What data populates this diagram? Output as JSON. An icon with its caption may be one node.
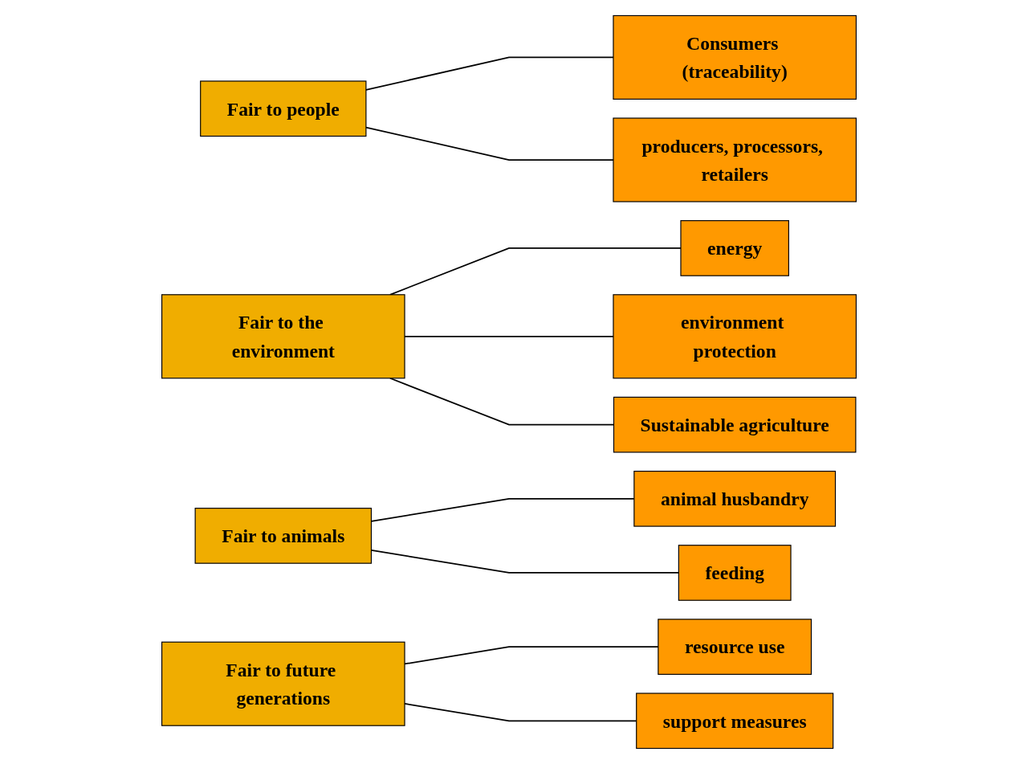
{
  "diagram": {
    "nodes": [
      {
        "text": [
          "Fair to people"
        ]
      },
      {
        "text": [
          "Consumers (traceability)"
        ]
      },
      {
        "text": [
          "producers, processors, retailers"
        ]
      },
      {
        "text": [
          "Fair to the environment"
        ]
      },
      {
        "text": [
          "energy"
        ]
      },
      {
        "text": [
          "environment protection"
        ]
      },
      {
        "text": [
          "Sustainable agriculture"
        ]
      },
      {
        "text": [
          "Fair to animals"
        ]
      },
      {
        "text": [
          "animal husbandry"
        ]
      },
      {
        "text": [
          "feeding"
        ]
      },
      {
        "text": [
          "Fair to future generations"
        ]
      },
      {
        "text": [
          "resource use"
        ]
      },
      {
        "text": [
          "support measures"
        ]
      }
    ],
    "edges": [
      {
        "from": 0,
        "to": 1,
        "arrow": "none"
      },
      {
        "from": 0,
        "to": 2,
        "arrow": "none"
      },
      {
        "from": 3,
        "to": 4,
        "arrow": "none"
      },
      {
        "from": 3,
        "to": 5,
        "arrow": "none"
      },
      {
        "from": 3,
        "to": 6,
        "arrow": "none"
      },
      {
        "from": 7,
        "to": 8,
        "arrow": "none"
      },
      {
        "from": 7,
        "to": 9,
        "arrow": "none"
      },
      {
        "from": 10,
        "to": 11,
        "arrow": "none"
      },
      {
        "from": 10,
        "to": 12,
        "arrow": "none"
      }
    ]
  }
}
